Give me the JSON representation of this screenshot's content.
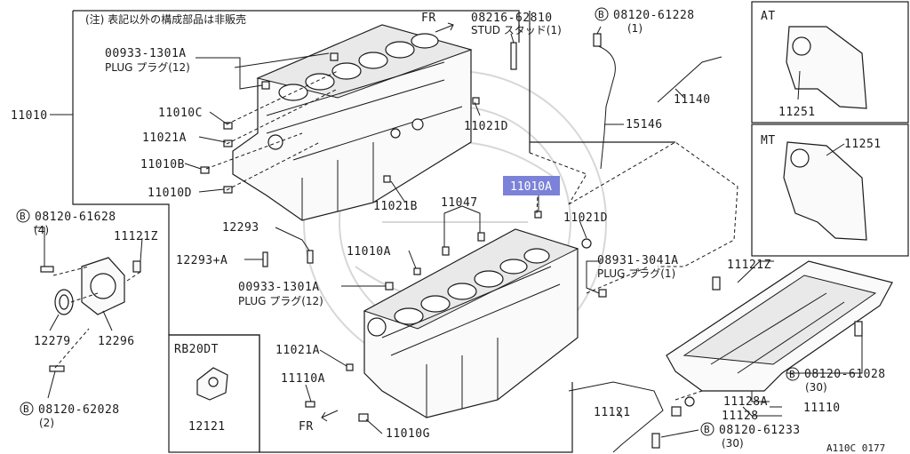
{
  "diagram": {
    "note": "(注) 表記以外の構成部品は非販売",
    "fr_top": "FR",
    "fr_bottom": "FR",
    "ref_code": "A110C 0177",
    "labels": {
      "l11010": "11010",
      "l00933_top": "00933-1301A",
      "plug12_top": "PLUG プラグ(12)",
      "l11010C": "11010C",
      "l11021A_top": "11021A",
      "l11010B": "11010B",
      "l11010D": "11010D",
      "l08216": "08216-62810",
      "stud": "STUD スタッド(1)",
      "b08120_61228": "08120-61228",
      "q1_top": "(1)",
      "l11140": "11140",
      "l15146": "15146",
      "l11021D_top": "11021D",
      "l11021B": "11021B",
      "l11010A_hl": "11010A",
      "l11047": "11047",
      "l11021D_mid": "11021D",
      "l12293": "12293",
      "l12293A": "12293+A",
      "l11010A_mid": "11010A",
      "l08931": "08931-3041A",
      "plug1": "PLUG プラグ(1)",
      "l00933_mid": "00933-1301A",
      "plug12_mid": "PLUG プラグ(12)",
      "b08120_61628": "08120-61628",
      "q4": "(4)",
      "l11121Z_left": "11121Z",
      "l12279": "12279",
      "l12296": "12296",
      "b08120_62028": "08120-62028",
      "q2": "(2)",
      "rb20dt": "RB20DT",
      "l12121": "12121",
      "l11021A_bot": "11021A",
      "l11110A": "11110A",
      "l11010G": "11010G",
      "at": "AT",
      "l11251_at": "11251",
      "mt": "MT",
      "l11251_mt": "11251",
      "l11121Z_right": "11121Z",
      "b08120_61028": "08120-61028",
      "q30_a": "(30)",
      "l11128A": "11128A",
      "l11110": "11110",
      "l11128": "11128",
      "l11121": "11121",
      "b08120_61233": "08120-61233",
      "q30_b": "(30)",
      "bolt_mark": "B"
    }
  }
}
